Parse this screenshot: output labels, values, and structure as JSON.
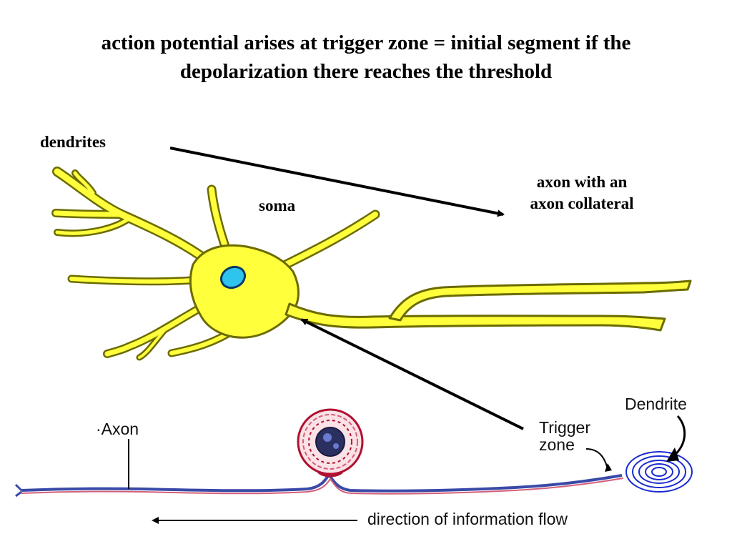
{
  "title": {
    "line1": "action potential arises at trigger zone = initial segment if the",
    "line2": "depolarization there reaches the threshold"
  },
  "labels": {
    "dendrites": "dendrites",
    "soma": "soma",
    "axon_line1": "axon with an",
    "axon_line2": "axon collateral"
  },
  "lower_figure": {
    "axon": "Axon",
    "trigger_line1": "Trigger",
    "trigger_line2": "zone",
    "dendrite": "Dendrite",
    "flow": "direction of information flow"
  },
  "colors": {
    "neuron_fill": "#ffff3c",
    "neuron_outline": "#6b6b00",
    "nucleus": "#2ec4ee",
    "axon_red": "#d4607a",
    "axon_blue": "#3a4aa8",
    "dendrite_blue": "#1a2ad0",
    "arrow": "#000000"
  }
}
